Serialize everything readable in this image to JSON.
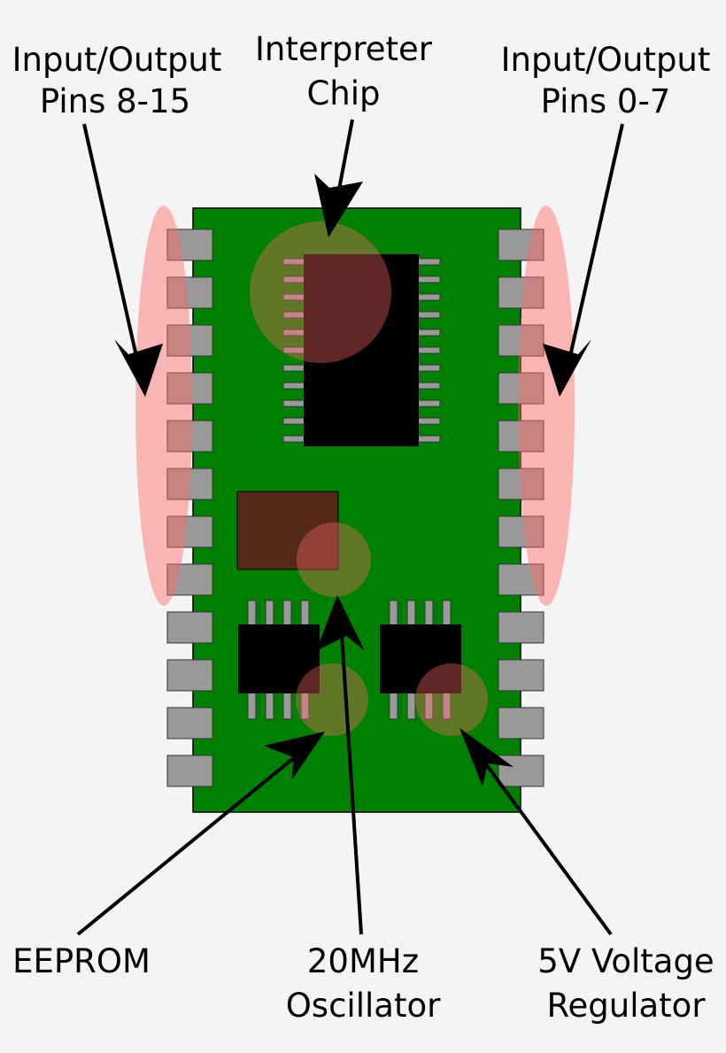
{
  "labels": {
    "io_left_line1": "Input/Output",
    "io_left_line2": "Pins 8-15",
    "chip_line1": "Interpreter",
    "chip_line2": "Chip",
    "io_right_line1": "Input/Output",
    "io_right_line2": "Pins 0-7",
    "eeprom": "EEPROM",
    "osc_line1": "20MHz",
    "osc_line2": "Oscillator",
    "reg_line1": "5V Voltage",
    "reg_line2": "Regulator"
  },
  "colors": {
    "background": "#f4f4f4",
    "board": "#008000",
    "pin": "#999999",
    "chip": "#000000",
    "chip_lead": "#999999",
    "oscillator_block": "#55291a",
    "highlight": "#ff6666",
    "arrow": "#000000"
  },
  "board": {
    "pins_per_side": 12
  },
  "interpreter_chip": {
    "leads_per_side": 11
  },
  "small_chips": {
    "leads_per_side": 4
  }
}
